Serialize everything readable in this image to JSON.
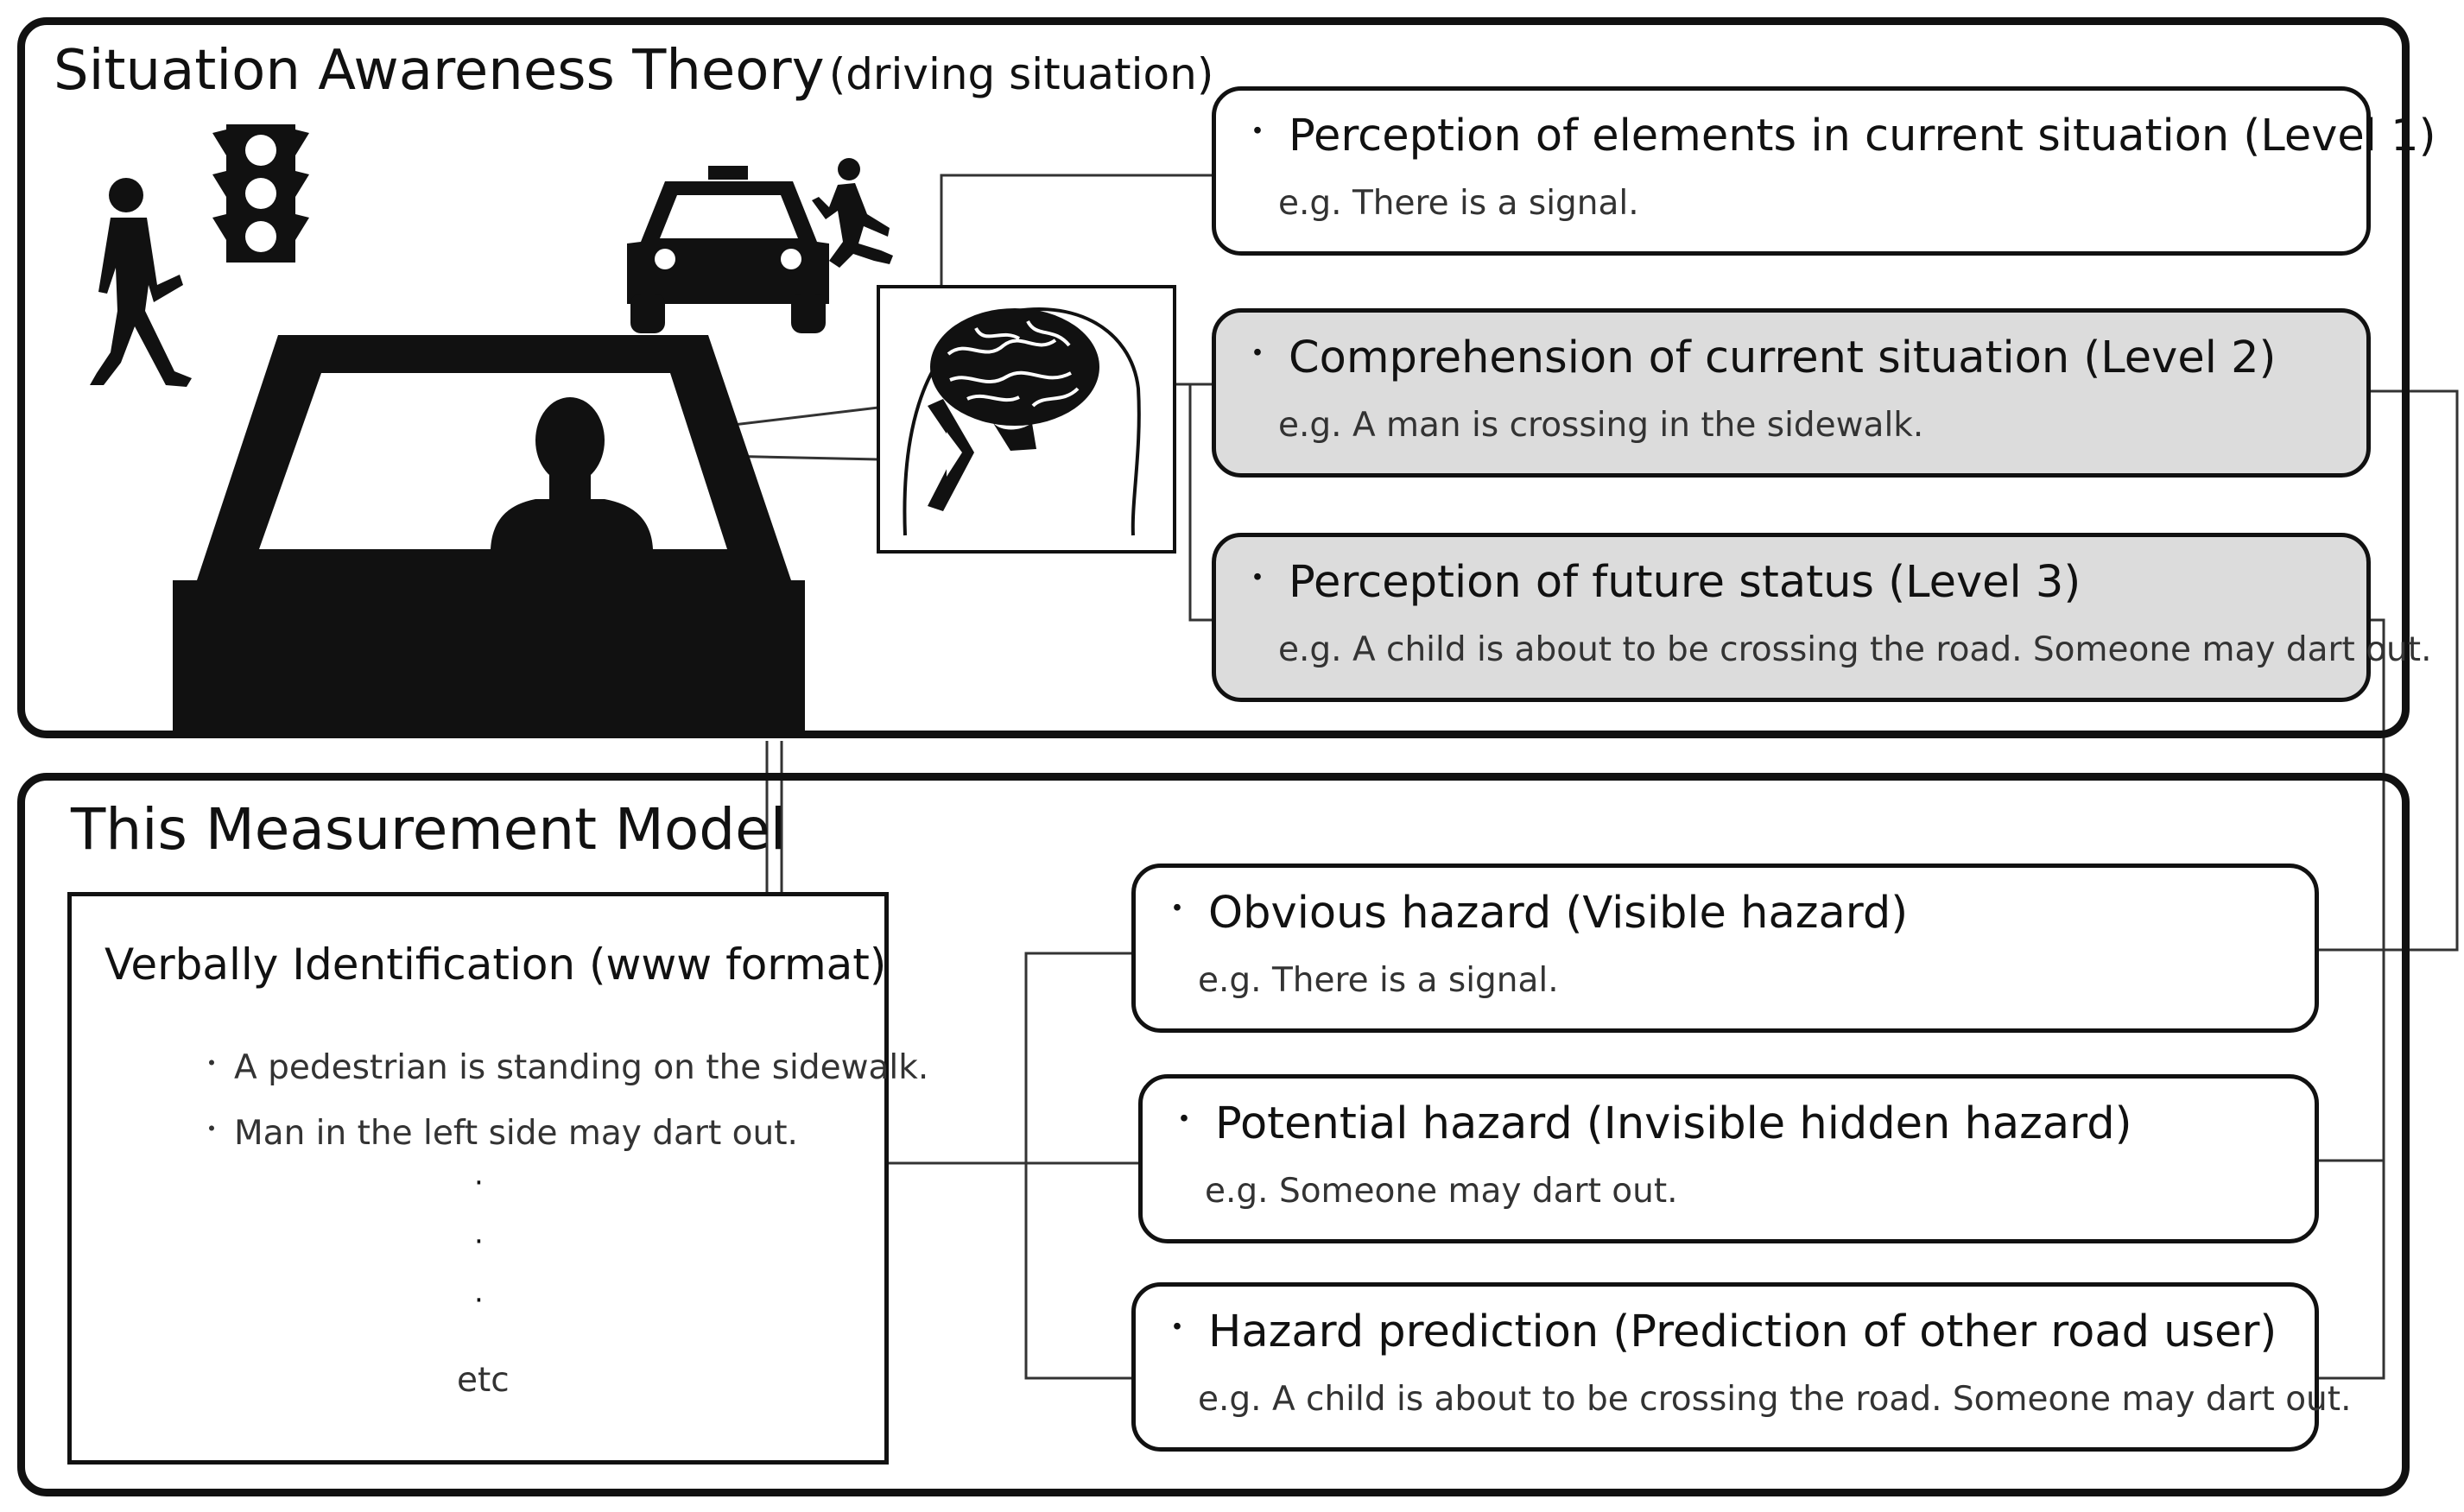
{
  "situation_awareness": {
    "heading": "Situation Awareness Theory",
    "subheading": "(driving situation)",
    "levels": [
      {
        "title": "Perception of elements in current situation (Level 1)",
        "example": "e.g. There is a signal."
      },
      {
        "title": "Comprehension of current situation (Level 2)",
        "example": "e.g. A man is crossing in the sidewalk."
      },
      {
        "title": "Perception of future status (Level 3)",
        "example": "e.g. A child is about to be crossing the road. Someone may dart out."
      }
    ]
  },
  "measurement_model": {
    "heading": "This Measurement Model",
    "verbal": {
      "title": "Verbally Identification (www format)",
      "items": [
        "A pedestrian is standing on the sidewalk.",
        "Man in the left side may dart out."
      ],
      "ellipsis": [
        "·",
        "·",
        "·"
      ],
      "etc": "etc"
    },
    "hazards": [
      {
        "title": "Obvious hazard (Visible hazard)",
        "example": "e.g. There is a signal."
      },
      {
        "title": "Potential hazard (Invisible hidden hazard)",
        "example": "e.g. Someone may dart out."
      },
      {
        "title": "Hazard prediction (Prediction of other road user)",
        "example": "e.g. A child is about to be crossing the road. Someone may dart out."
      }
    ]
  },
  "bullet": "・"
}
